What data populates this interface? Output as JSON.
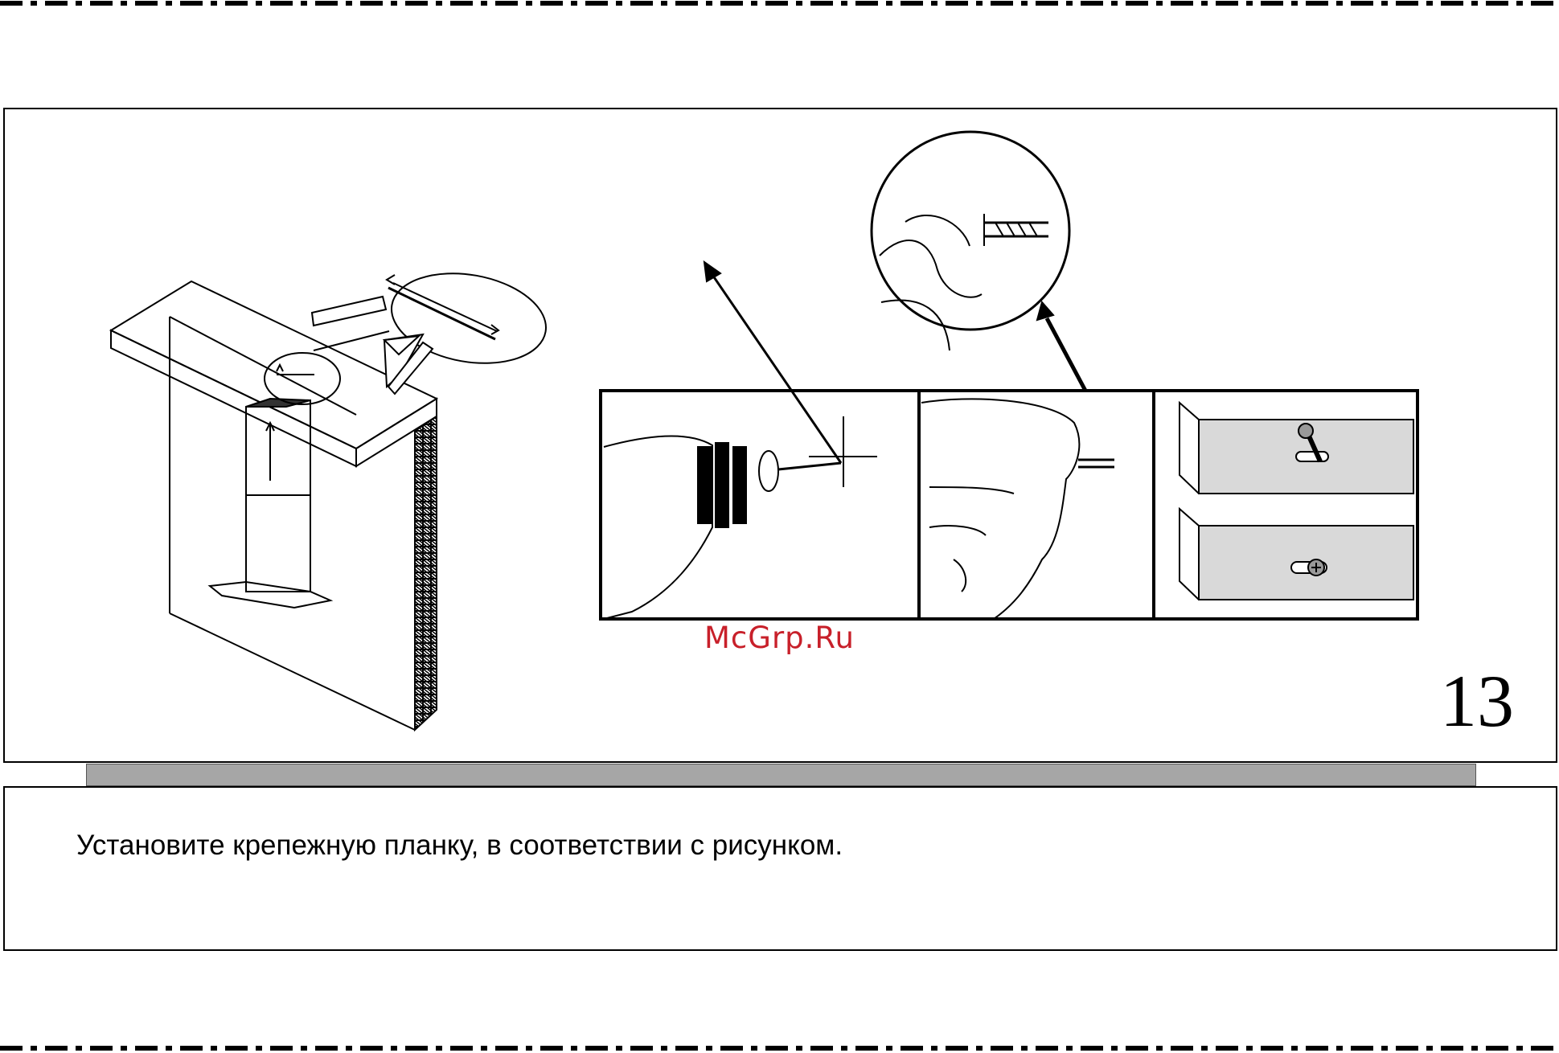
{
  "page": {
    "number": "13",
    "watermark": "McGrp.Ru",
    "caption": "Установите крепежную планку, в соответствии с рисунком."
  },
  "figures": {
    "installation_overview": "hood-bracket-installation",
    "step_panels": [
      "drill-hole",
      "insert-wall-plug",
      "fix-bracket-with-screws"
    ],
    "detail_callout": "wall-plug-detail"
  },
  "colors": {
    "line": "#000000",
    "panel_fill": "#d9d9d9",
    "gray_bar": "#a6a6a6",
    "watermark": "#c8202a"
  }
}
